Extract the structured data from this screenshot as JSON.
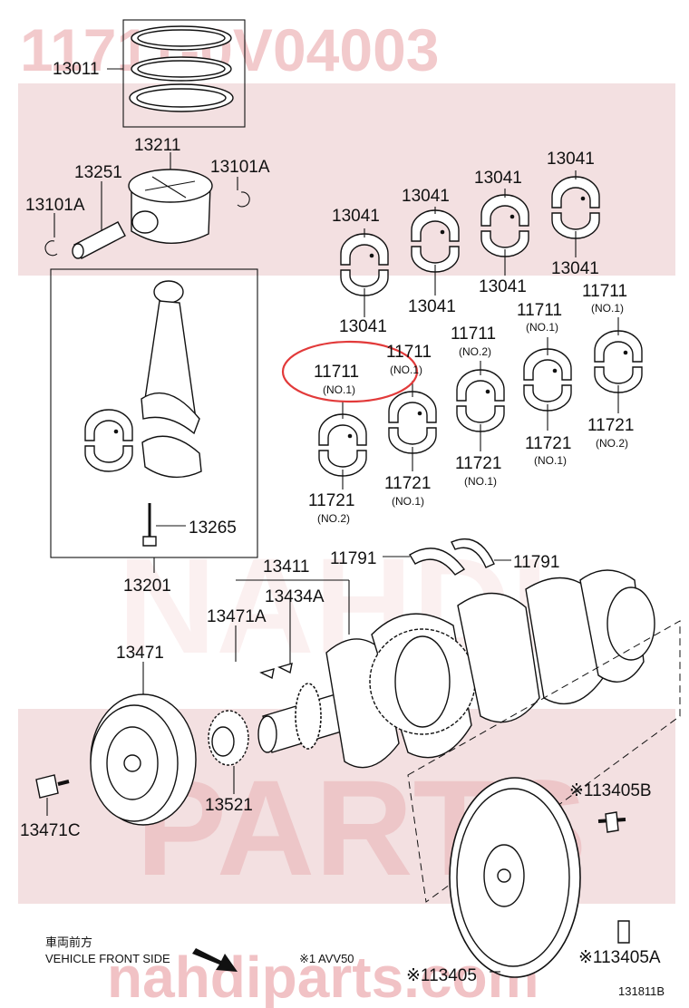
{
  "watermark": {
    "part_number": "11711-0V04003",
    "brand_line1": "NAHDI",
    "brand_line2": "PARTS",
    "site": "nahdiparts.com",
    "brand_color": "#c9111e"
  },
  "labels": {
    "p13011": "13011",
    "p13211": "13211",
    "p13251": "13251",
    "p13101a_left": "13101A",
    "p13101a_right": "13101A",
    "p13041_a": "13041",
    "p13041_b": "13041",
    "p13041_c": "13041",
    "p13041_d": "13041",
    "p13041_e": "13041",
    "p13041_f": "13041",
    "p13041_g": "13041",
    "p13041_h": "13041",
    "p11711_a": "11711",
    "p11711_a_sub": "(NO.1)",
    "p11711_b": "11711",
    "p11711_b_sub": "(NO.1)",
    "p11711_c": "11711",
    "p11711_c_sub": "(NO.2)",
    "p11711_d": "11711",
    "p11711_d_sub": "(NO.1)",
    "p11711_e": "11711",
    "p11711_e_sub": "(NO.1)",
    "p11721_a": "11721",
    "p11721_a_sub": "(NO.2)",
    "p11721_b": "11721",
    "p11721_b_sub": "(NO.1)",
    "p11721_c": "11721",
    "p11721_c_sub": "(NO.1)",
    "p11721_d": "11721",
    "p11721_d_sub": "(NO.1)",
    "p11721_e": "11721",
    "p11721_e_sub": "(NO.2)",
    "p13265": "13265",
    "p13201": "13201",
    "p11791_left": "11791",
    "p11791_right": "11791",
    "p13411": "13411",
    "p13434a": "13434A",
    "p13471a": "13471A",
    "p13471": "13471",
    "p13471c": "13471C",
    "p13521": "13521",
    "p13405b": "※113405B",
    "p13405a": "※113405A",
    "p13405": "※113405"
  },
  "footer": {
    "front_jp": "車両前方",
    "front_en": "VEHICLE FRONT SIDE",
    "note": "※1 AVV50",
    "diagram_id": "131811B"
  }
}
